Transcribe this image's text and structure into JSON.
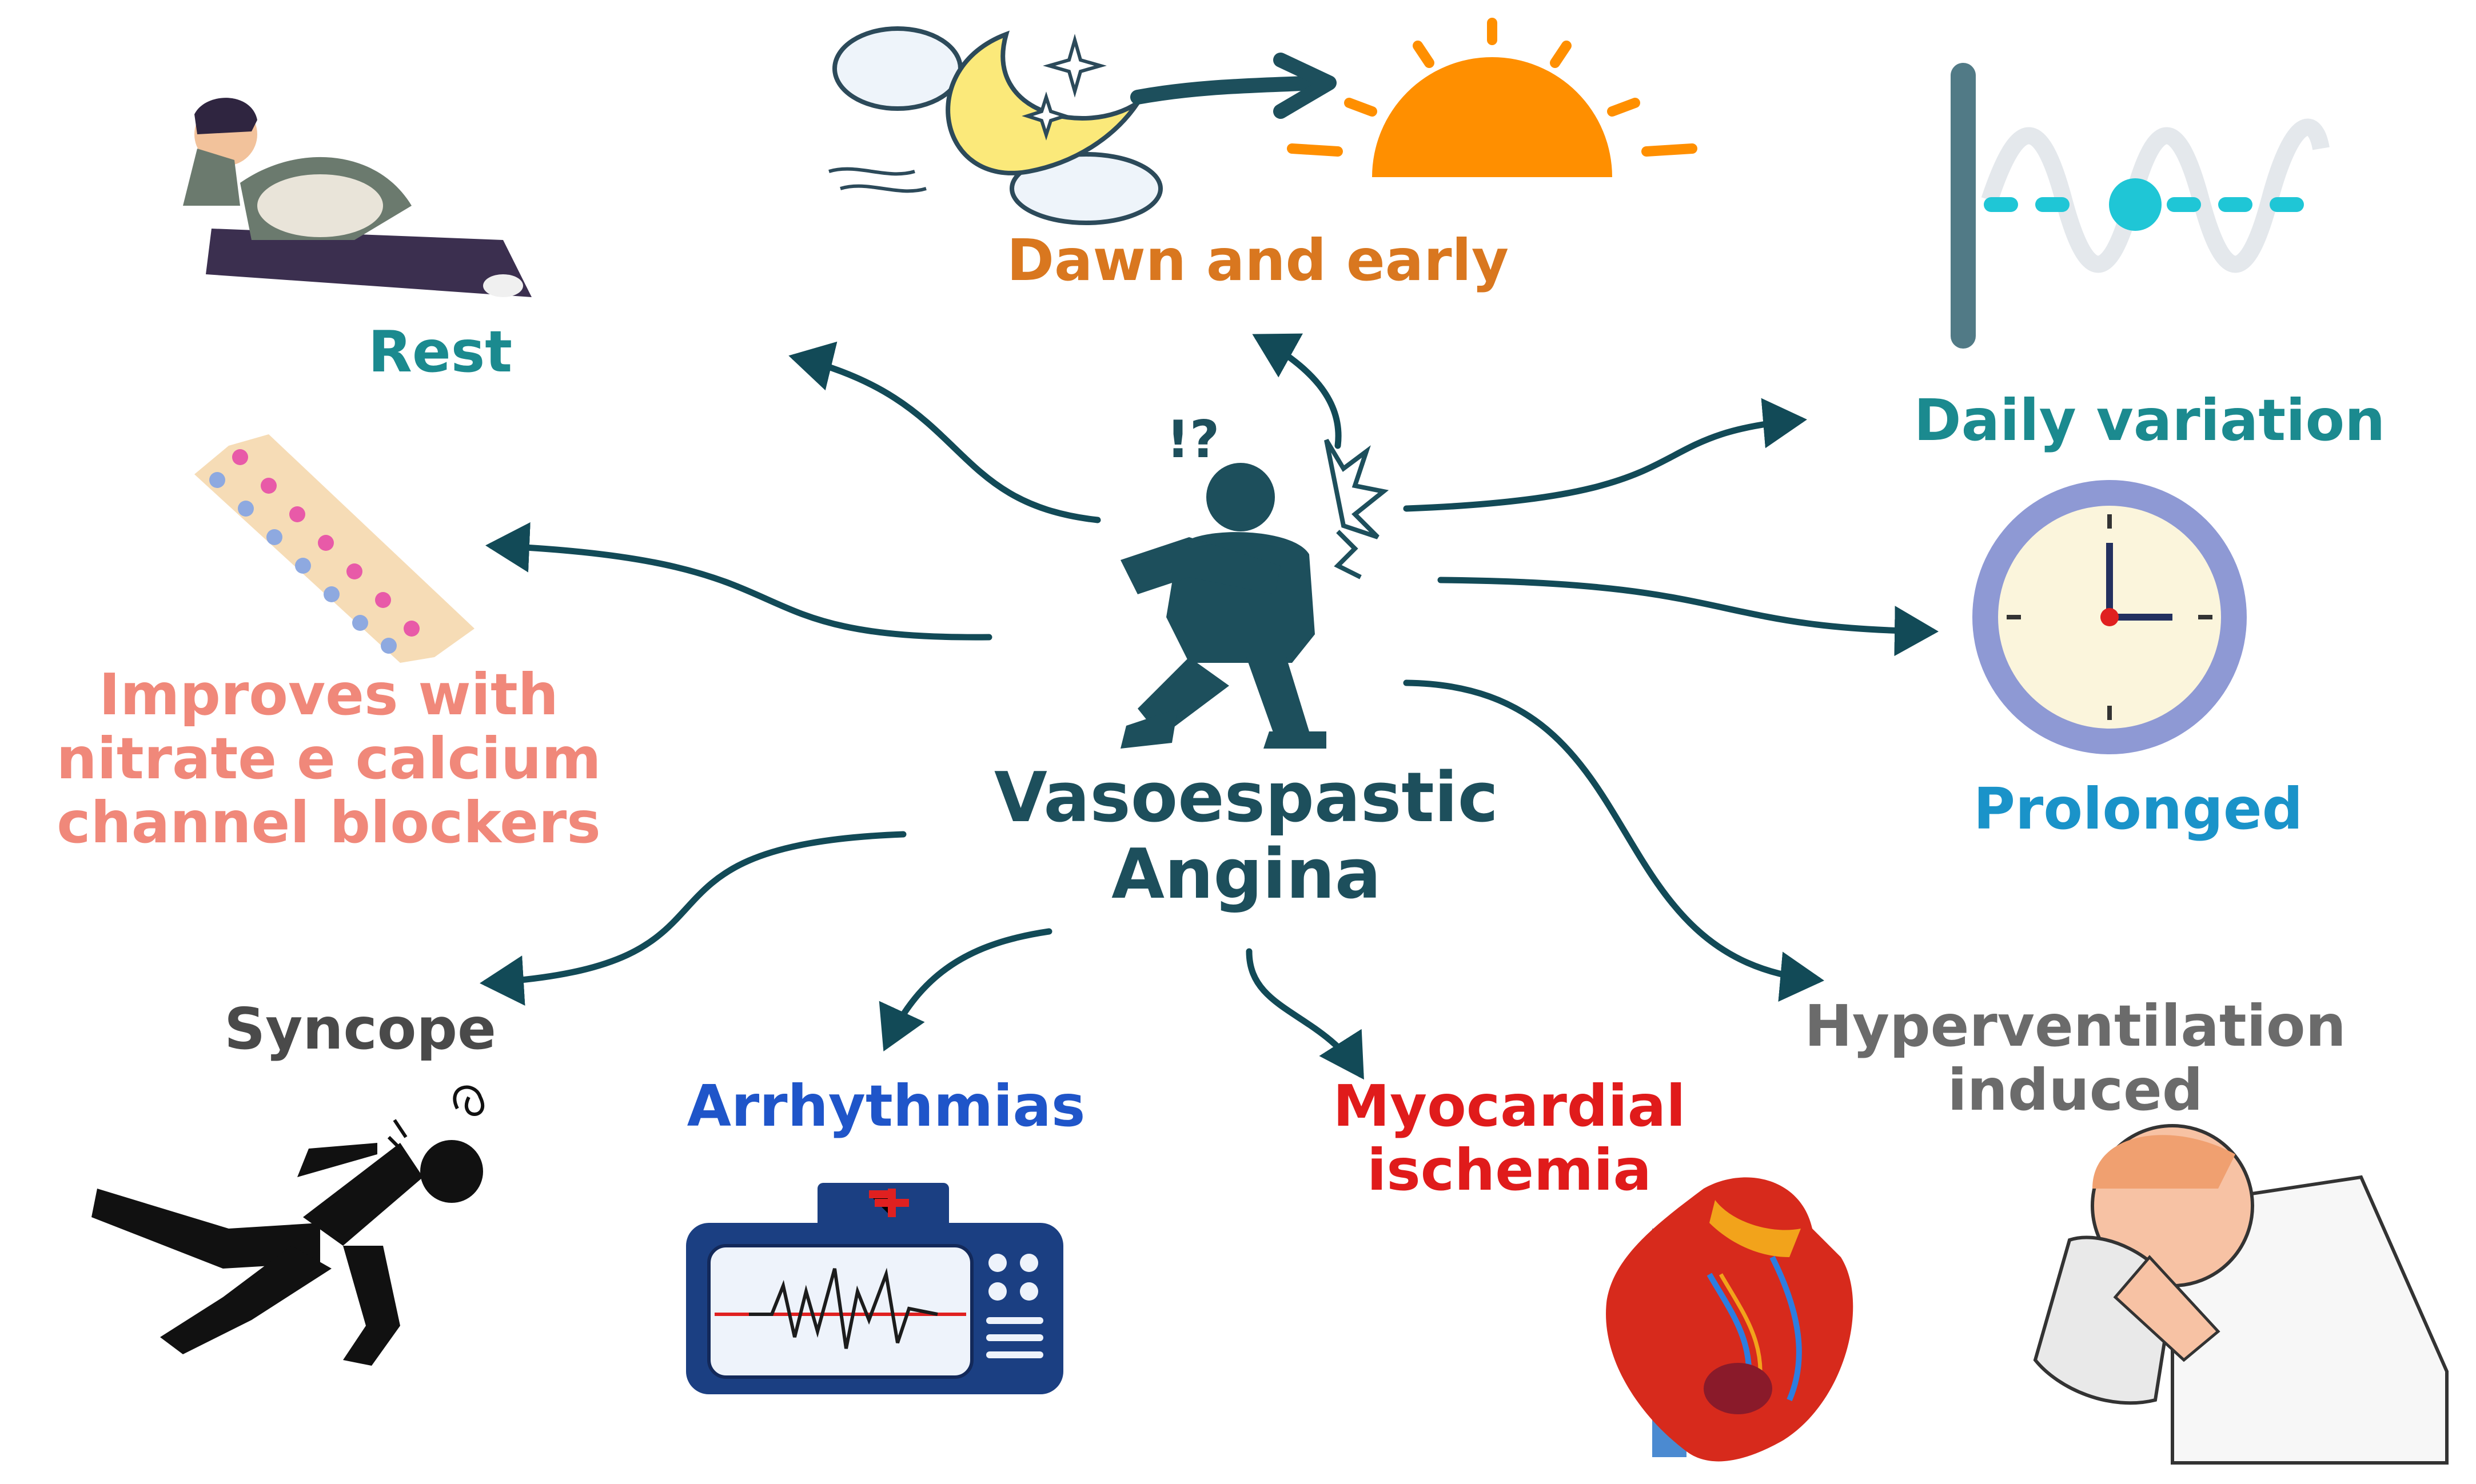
{
  "center": {
    "line1": "Vasoespastic",
    "line2": "Angina"
  },
  "labels": {
    "rest": "Rest",
    "dawn": "Dawn and early",
    "daily": "Daily variation",
    "prolonged": "Prolonged",
    "hyper_line1": "Hyperventilation",
    "hyper_line2": "induced",
    "myo_line1": "Myocardial",
    "myo_line2": "ischemia",
    "arrhythmias": "Arrhythmias",
    "syncope": "Syncope",
    "nitrate_line1": "Improves with",
    "nitrate_line2": "nitrate e calcium",
    "nitrate_line3": "channel blockers"
  },
  "colors": {
    "center": "#1d4f5c",
    "rest": "#1b8a8f",
    "dawn": "#d9771f",
    "daily": "#1b8a8f",
    "prolonged": "#1a93c9",
    "hyper": "#6b6b6b",
    "myo": "#e01b1b",
    "arrhythmias": "#1f55c9",
    "syncope": "#4a4a4a",
    "nitrate": "#f0887a",
    "arrow": "#124a57"
  },
  "icons": {
    "rest": "sleeping-person-icon",
    "dawn": "moon-to-sun-icon",
    "daily": "waveform-icon",
    "prolonged": "clock-icon",
    "hyper": "person-breathing-bag-icon",
    "myo": "heart-icon",
    "arrhythmias": "ecg-monitor-icon",
    "syncope": "fainting-person-icon",
    "nitrate": "pill-blister-icon",
    "center": "chest-pain-person-icon"
  }
}
